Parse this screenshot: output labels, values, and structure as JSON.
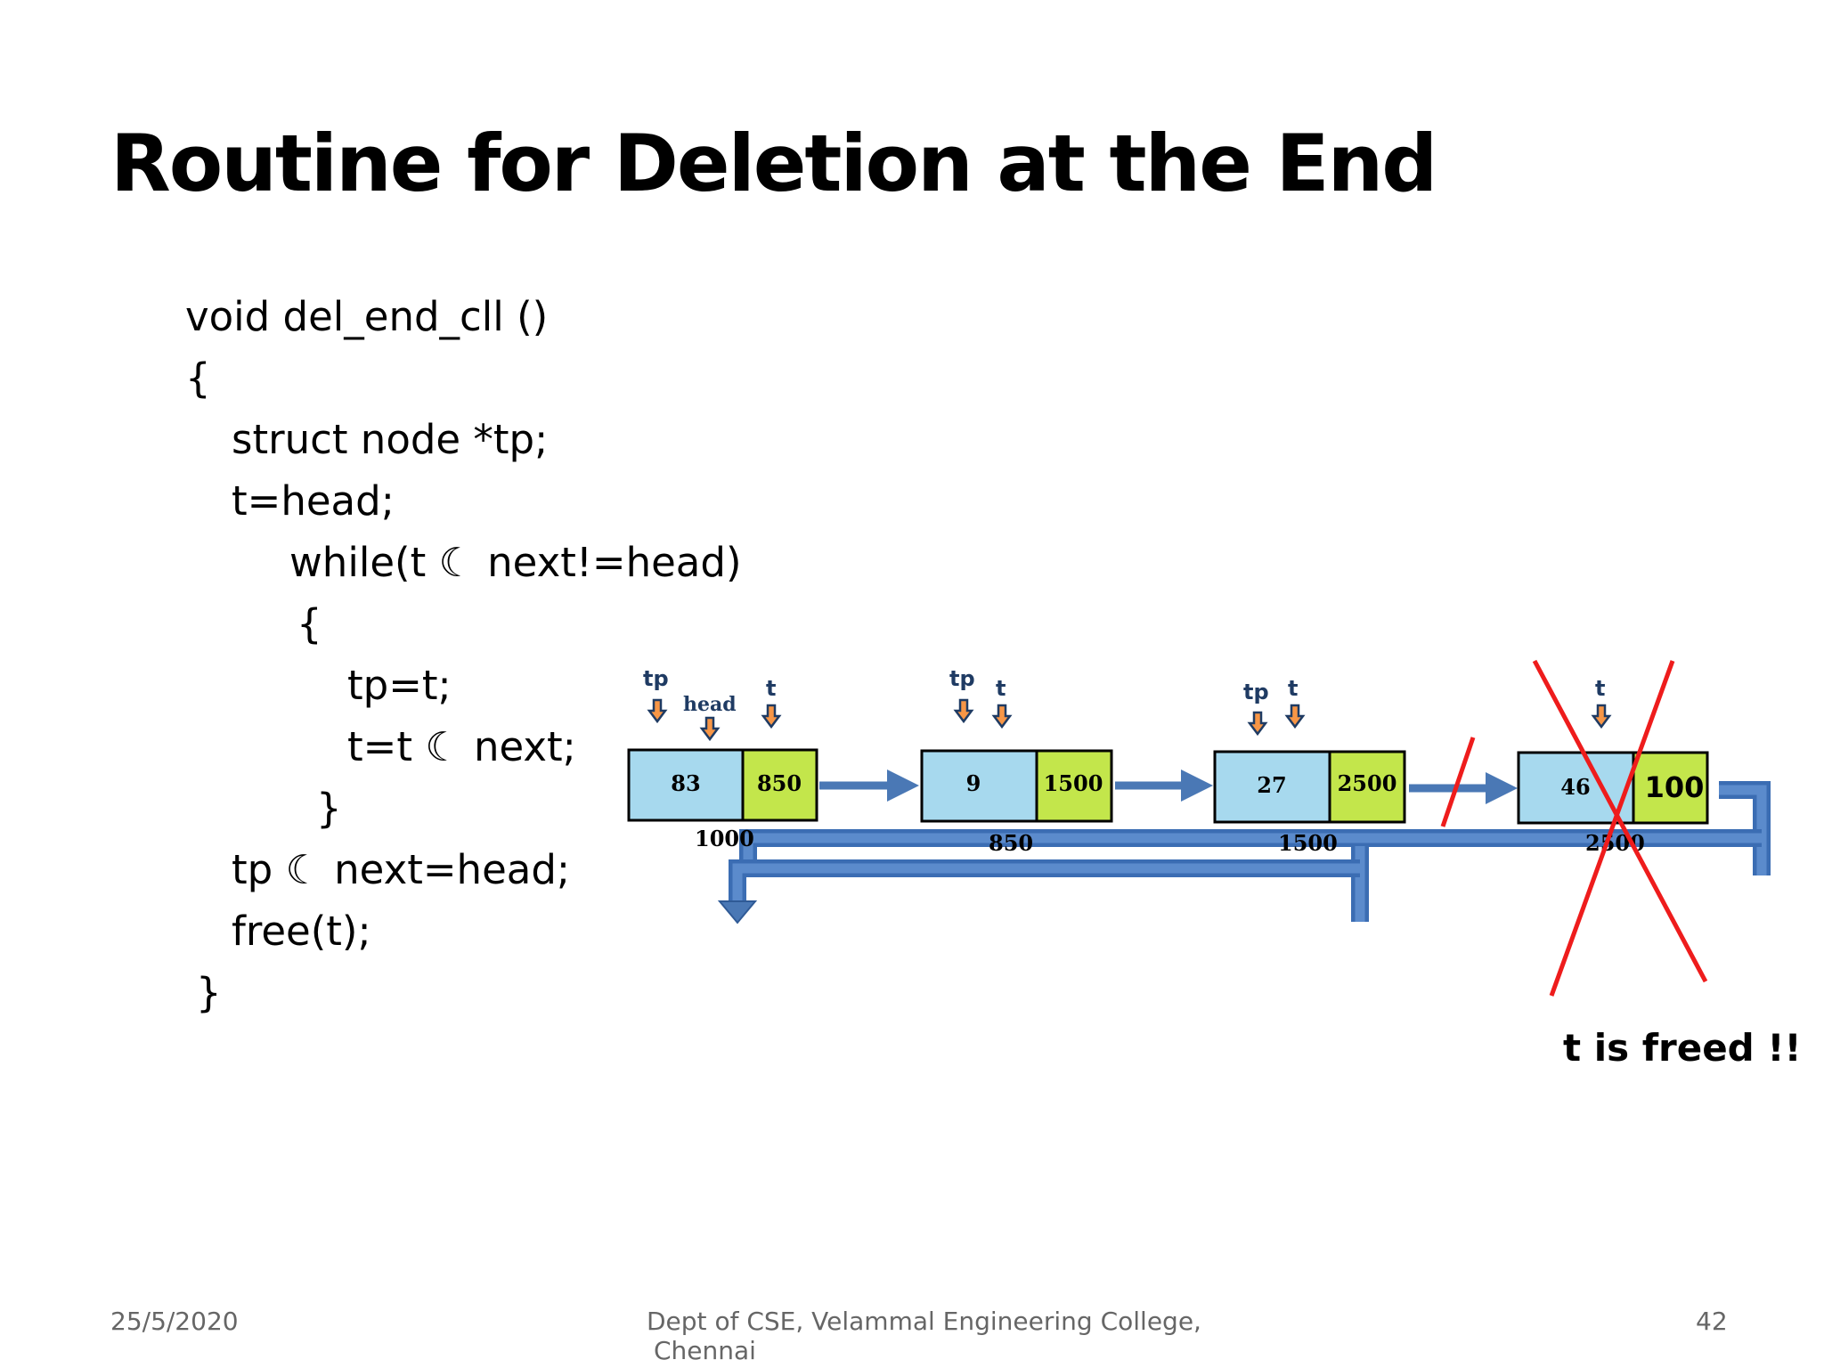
{
  "slide": {
    "title": "Routine for Deletion at the End",
    "code_lines": [
      "void del_end_cll ()",
      "{",
      "struct node *tp;",
      "t=head;",
      "while(t ☾ next!=head)",
      "{",
      "tp=t;",
      "t=t ☾ next;",
      "}",
      "tp ☾ next=head;",
      "free(t);",
      "}"
    ],
    "annotation": "t is freed !!"
  },
  "diagram": {
    "nodes": [
      {
        "data": "83",
        "next": "850",
        "address": "1000",
        "pointers": [
          "tp",
          "head",
          "t"
        ]
      },
      {
        "data": "9",
        "next": "1500",
        "address": "850",
        "pointers": [
          "tp",
          "t"
        ]
      },
      {
        "data": "27",
        "next": "2500",
        "address": "1500",
        "pointers": [
          "tp",
          "t"
        ]
      },
      {
        "data": "46",
        "next": "100",
        "address": "2500",
        "pointers": [
          "t"
        ],
        "deleted": true
      }
    ],
    "colors": {
      "data_cell": "#a7d9ee",
      "next_cell": "#c3e64b",
      "arrow": "#4a78b5",
      "pointer_arrow": "#f79646",
      "cross": "#ee1c1c"
    }
  },
  "footer": {
    "date": "25/5/2020",
    "dept_line1": "Dept of CSE, Velammal Engineering College,",
    "dept_line2": "Chennai",
    "page": "42"
  }
}
